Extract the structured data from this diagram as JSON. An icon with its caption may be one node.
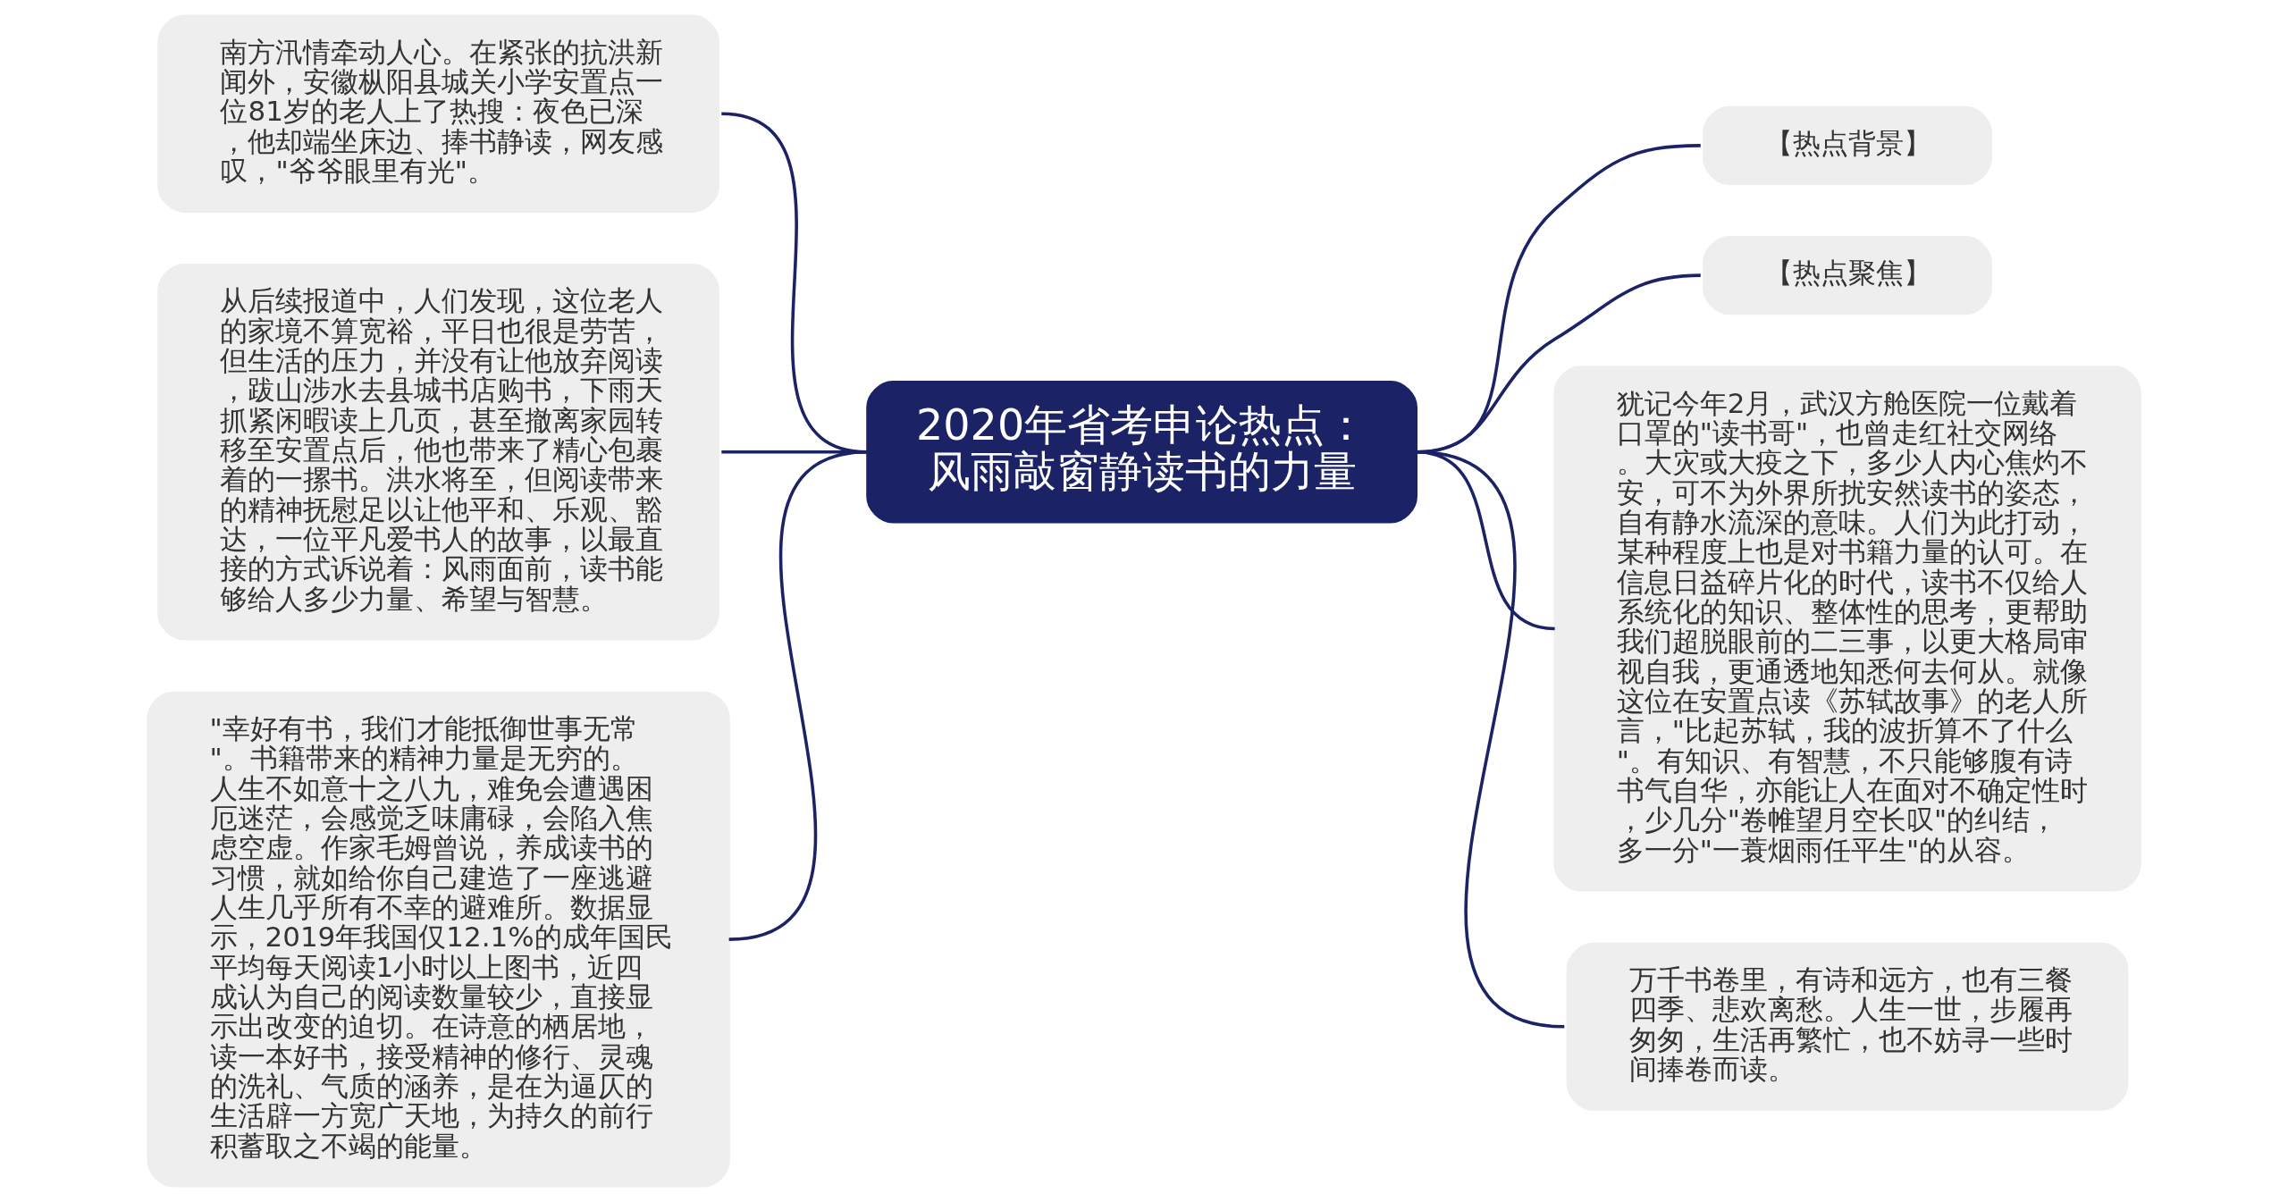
{
  "diagram": {
    "nodes": [
      {
        "text": [
          "2020年省考申论热点：风雨敲窗静读书的力量"
        ]
      },
      {
        "text": [
          "【热点背景】"
        ]
      },
      {
        "text": [
          "【热点聚焦】"
        ]
      },
      {
        "text": [
          "犹记今年2月，武汉方舱医院一位戴着口罩的\"读书哥\"，也曾走红社交网络。大灾或大疫之下，多少人内心焦灼不安，可不为外界所扰安然读书的姿态，自有静水流深的意味。人们为此打动，某种程度上也是对书籍力量的认可。在信息日益碎片化的时代，读书不仅给人系统化的知识、整体性的思考，更帮助我们超脱眼前的二三事，以更大格局审视自我，更通透地知悉何去何从。就像这位在安置点读《苏轼故事》的老人所言，\"比起苏轼，我的波折算不了什么\"。有知识、有智慧，不只能够腹有诗书气自华，亦能让人在面对不确定性时，少几分\"卷帷望月空长叹\"的纠结，多一分\"一蓑烟雨任平生\"的从容。"
        ]
      },
      {
        "text": [
          "万千书卷里，有诗和远方，也有三餐四季、悲欢离愁。人生一世，步履再匆匆，生活再繁忙，也不妨寻一些时间捧卷而读。"
        ]
      },
      {
        "text": [
          "南方汛情牵动人心。在紧张的抗洪新闻外，安徽枞阳县城关小学安置点一位81岁的老人上了热搜：夜色已深，他却端坐床边、捧书静读，网友感叹，\"爷爷眼里有光\"。"
        ]
      },
      {
        "text": [
          "从后续报道中，人们发现，这位老人的家境不算宽裕，平日也很是劳苦，但生活的压力，并没有让他放弃阅读，跋山涉水去县城书店购书，下雨天抓紧闲暇读上几页，甚至撤离家园转移至安置点后，他也带来了精心包裹着的一摞书。洪水将至，但阅读带来的精神抚慰足以让他平和、乐观、豁达，一位平凡爱书人的故事，以最直接的方式诉说着：风雨面前，读书能够给人多少力量、希望与智慧。"
        ]
      },
      {
        "text": [
          "\"幸好有书，我们才能抵御世事无常\"。书籍带来的精神力量是无穷的。人生不如意十之八九，难免会遭遇困厄迷茫，会感觉乏味庸碌，会陷入焦虑空虚。作家毛姆曾说，养成读书的习惯，就如给你自己建造了一座逃避人生几乎所有不幸的避难所。数据显示，2019年我国仅12.1%的成年国民平均每天阅读1小时以上图书，近四成认为自己的阅读数量较少，直接显示出改变的迫切。在诗意的栖居地，读一本好书，接受精神的修行、灵魂的洗礼、气质的涵养，是在为逼仄的生活辟一方宽广天地，为持久的前行积蓄取之不竭的能量。"
        ]
      }
    ],
    "edges": [
      {
        "from": 0,
        "to": 1,
        "arrow": "none"
      },
      {
        "from": 0,
        "to": 2,
        "arrow": "none"
      },
      {
        "from": 0,
        "to": 3,
        "arrow": "none"
      },
      {
        "from": 0,
        "to": 4,
        "arrow": "none"
      },
      {
        "from": 0,
        "to": 5,
        "arrow": "none"
      },
      {
        "from": 0,
        "to": 6,
        "arrow": "none"
      },
      {
        "from": 0,
        "to": 7,
        "arrow": "none"
      }
    ]
  }
}
